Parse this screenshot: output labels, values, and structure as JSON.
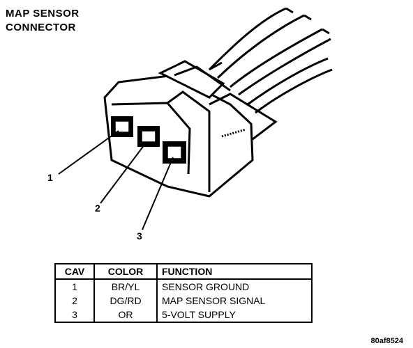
{
  "title": {
    "line1": "MAP SENSOR",
    "line2": "CONNECTOR"
  },
  "callouts": [
    "1",
    "2",
    "3"
  ],
  "table": {
    "headers": {
      "cav": "CAV",
      "color": "COLOR",
      "function": "FUNCTION"
    },
    "rows": [
      {
        "cav": "1",
        "color": "BR/YL",
        "function": "SENSOR GROUND"
      },
      {
        "cav": "2",
        "color": "DG/RD",
        "function": "MAP SENSOR SIGNAL"
      },
      {
        "cav": "3",
        "color": "OR",
        "function": "5-VOLT SUPPLY"
      }
    ]
  },
  "figure_code": "80af8524"
}
